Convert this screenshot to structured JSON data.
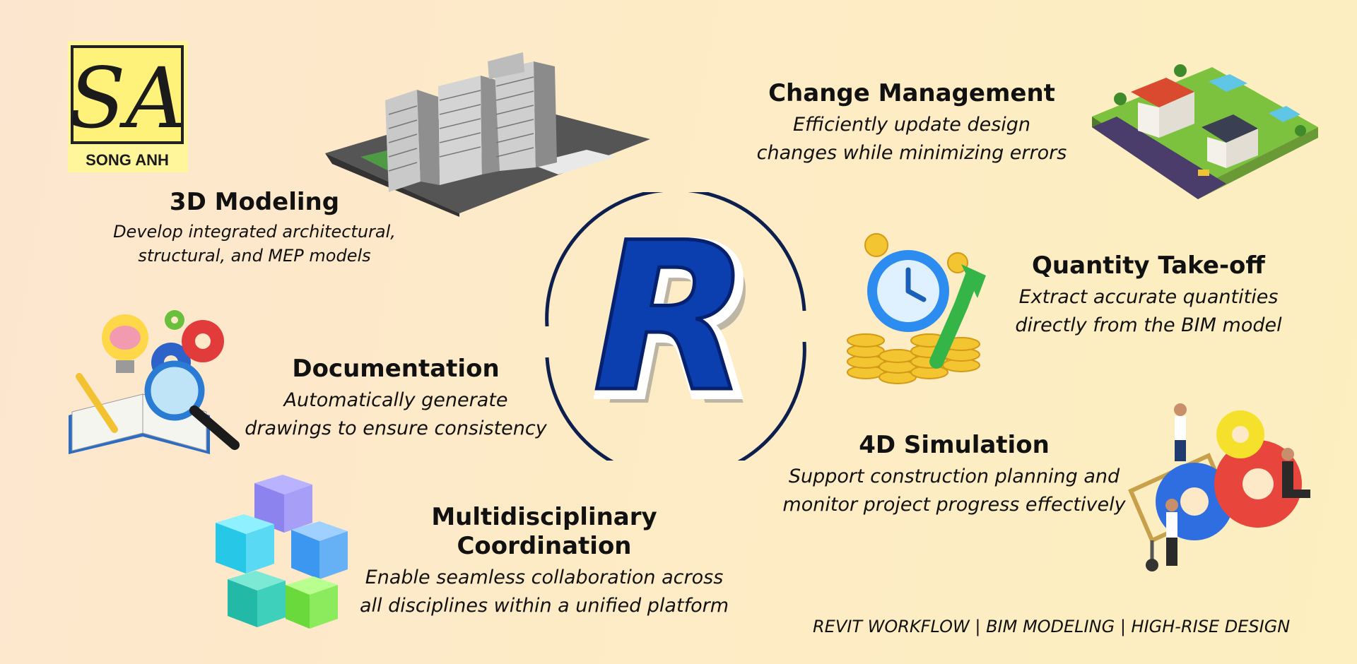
{
  "logo": {
    "monogram": "SA",
    "brand": "SONG ANH"
  },
  "center": {
    "letter": "R"
  },
  "features": [
    {
      "title": "3D Modeling",
      "lines": [
        "Develop integrated architectural,",
        "structural, and MEP models"
      ]
    },
    {
      "title": "Documentation",
      "lines": [
        "Automatically generate",
        "drawings to ensure consistency"
      ]
    },
    {
      "title": "Multidisciplinary Coordination",
      "lines": [
        "Enable seamless collaboration across",
        "all disciplines within a unified platform"
      ]
    },
    {
      "title": "Change Management",
      "lines": [
        "Efficiently update design",
        "changes while minimizing errors"
      ]
    },
    {
      "title": "Quantity Take-off",
      "lines": [
        "Extract accurate quantities",
        "directly from the BIM model"
      ]
    },
    {
      "title": "4D Simulation",
      "lines": [
        "Support construction planning and",
        "monitor project progress effectively"
      ]
    }
  ],
  "footer": "REVIT WORKFLOW | BIM MODELING | HIGH-RISE DESIGN",
  "colors": {
    "ring": "#0d1f4f",
    "r_blue": "#0b3fb0",
    "logo_bg": "#fff27a"
  }
}
